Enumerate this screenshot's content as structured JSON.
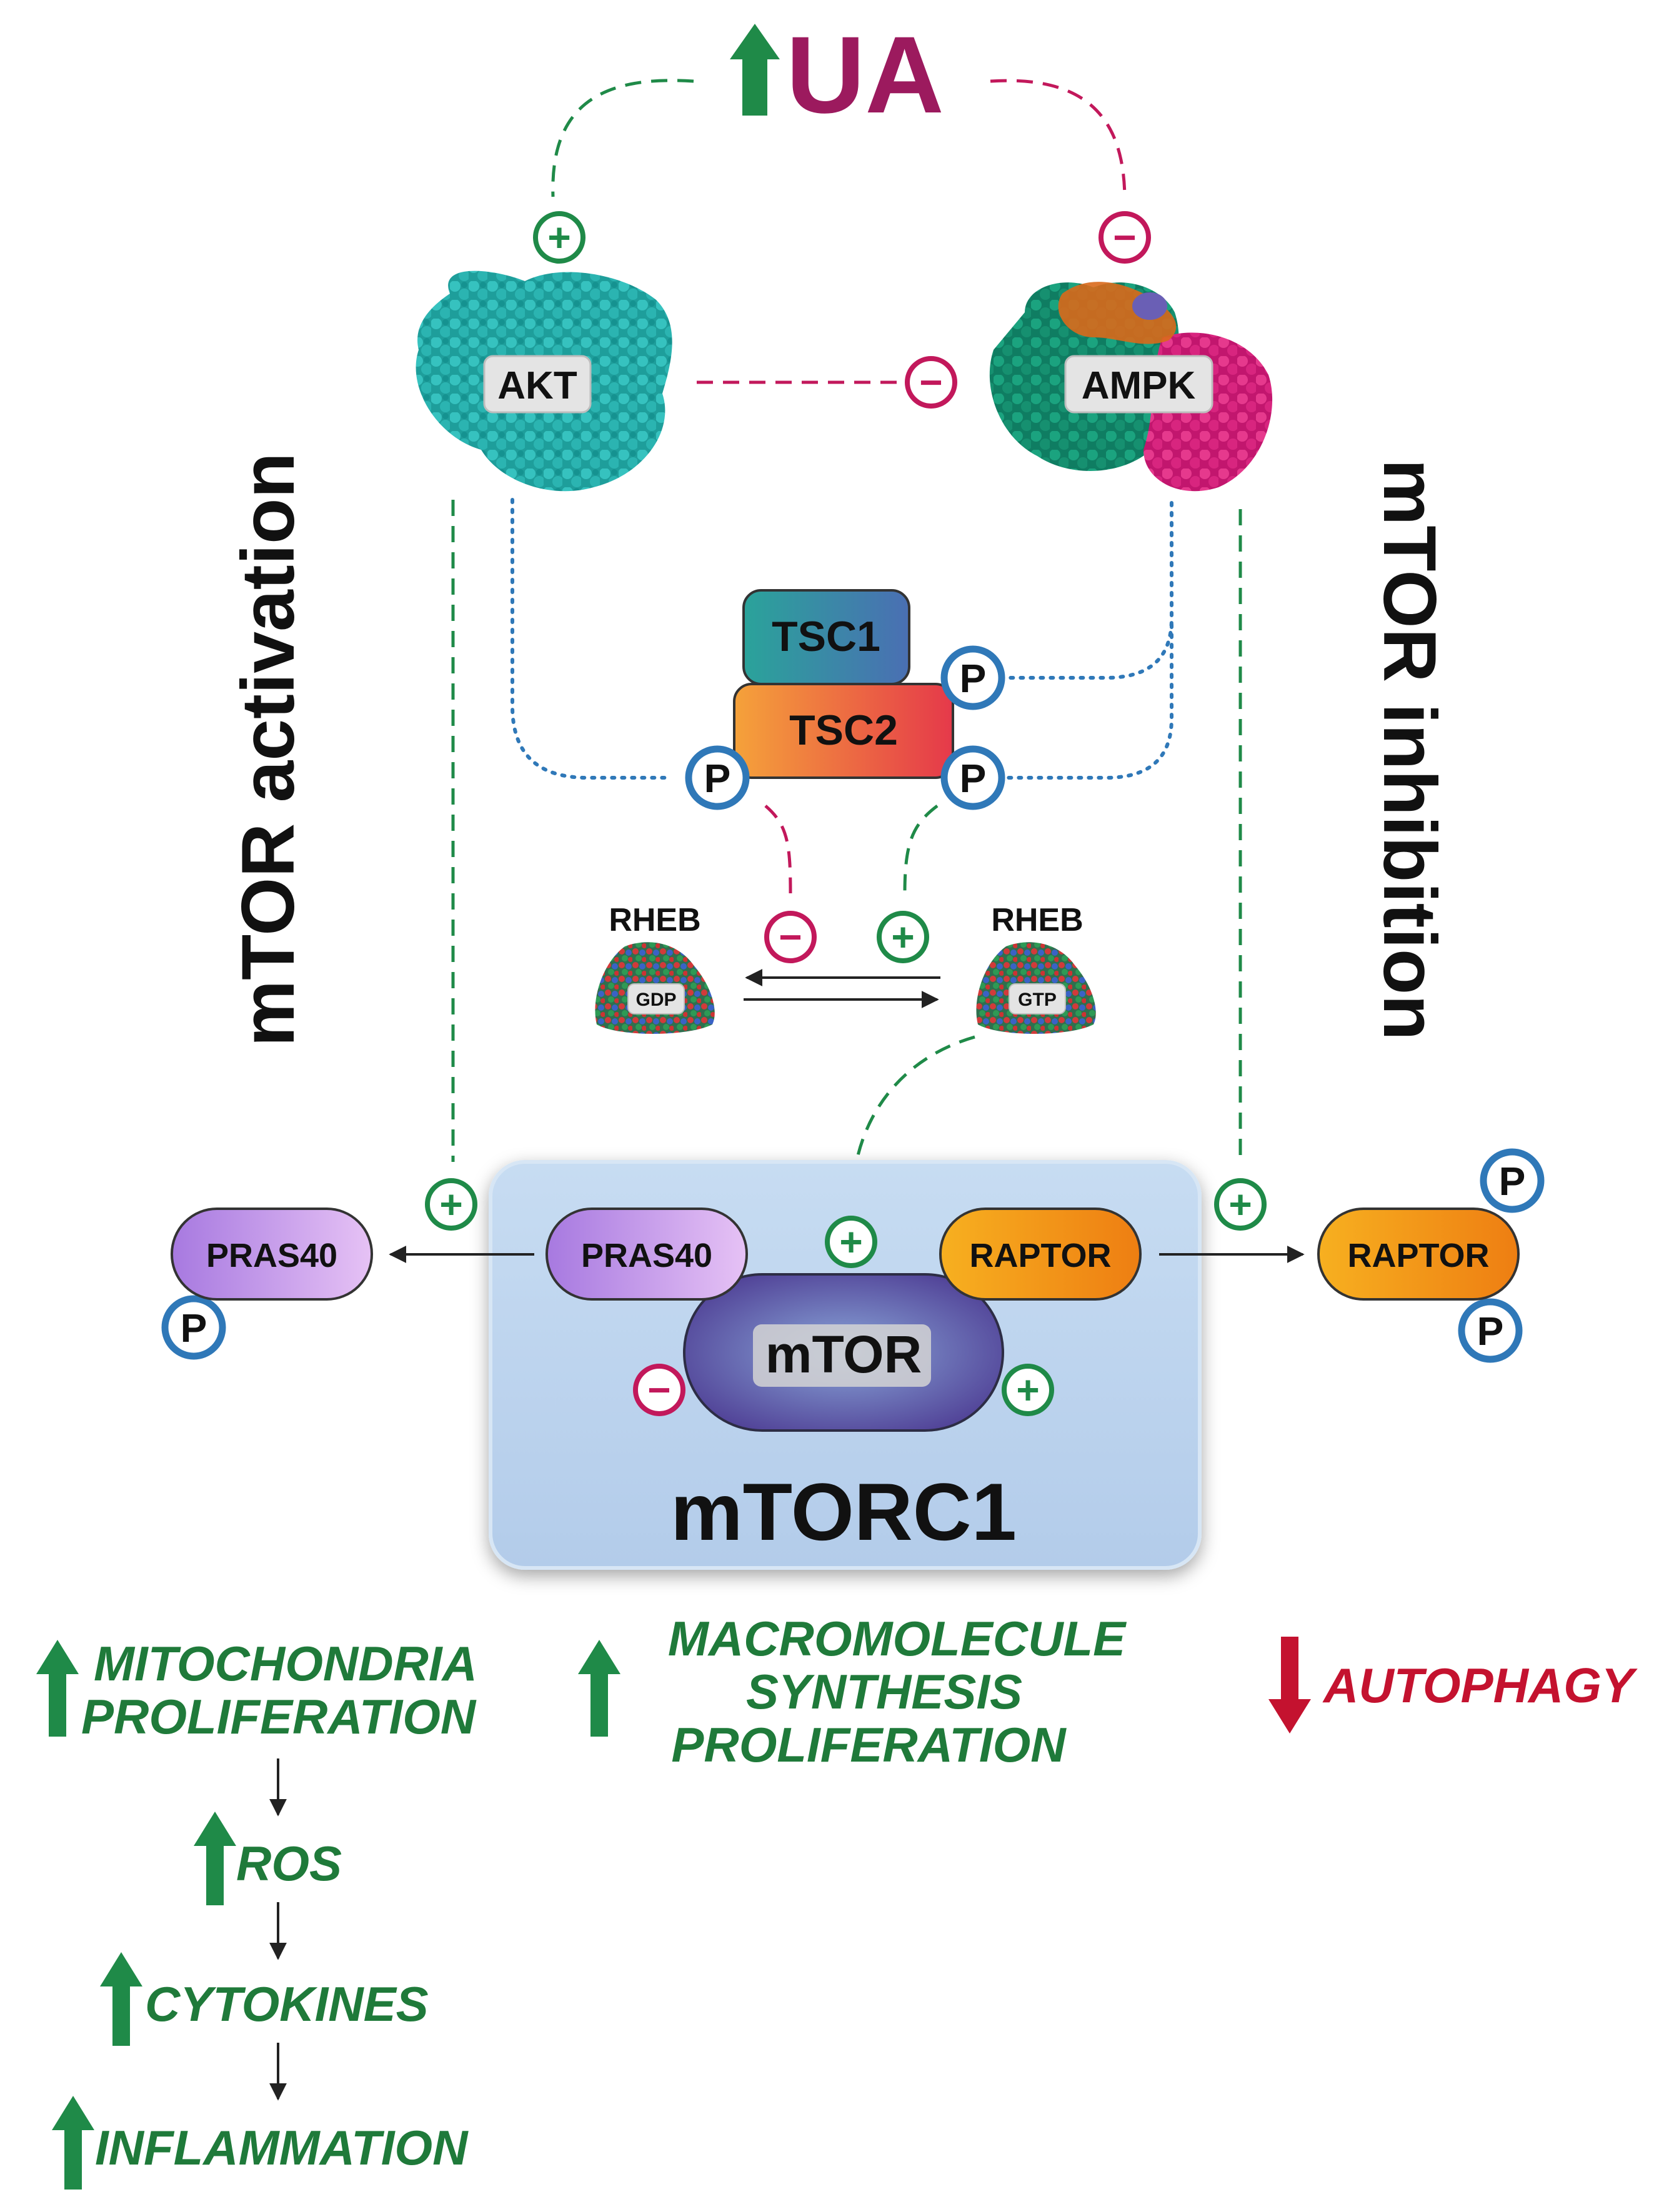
{
  "top": {
    "ua": "UA"
  },
  "side": {
    "left": "mTOR activation",
    "right": "mTOR inhibition"
  },
  "nodes": {
    "akt": "AKT",
    "ampk": "AMPK",
    "tsc1": "TSC1",
    "tsc2": "TSC2",
    "rheb_left": "RHEB",
    "rheb_right": "RHEB",
    "gdp": "GDP",
    "gtp": "GTP",
    "pras40_out": "PRAS40",
    "pras40_in": "PRAS40",
    "raptor_in": "RAPTOR",
    "raptor_out": "RAPTOR",
    "mtor": "mTOR",
    "mtorc1": "mTORC1"
  },
  "phospho": "P",
  "signs": {
    "plus": "+",
    "minus": "−"
  },
  "outcomes": {
    "left_1": "MITOCHONDRIA",
    "left_2": "PROLIFERATION",
    "ros": "ROS",
    "cytokines": "CYTOKINES",
    "inflammation": "INFLAMMATION",
    "mid_1": "MACROMOLECULE",
    "mid_2": "SYNTHESIS",
    "mid_3": "PROLIFERATION",
    "autophagy": "AUTOPHAGY"
  },
  "colors": {
    "green": "#1f8a48",
    "magenta": "#c2185b",
    "ua": "#9c1a5e",
    "blue_dotted": "#2f78b8",
    "red": "#c4122f",
    "akt": "#22a9a6",
    "ampk_green": "#138a6d",
    "ampk_pink": "#d81b7a",
    "ampk_orange": "#d9691b",
    "mtorc1_box": "#bcd4ee"
  }
}
